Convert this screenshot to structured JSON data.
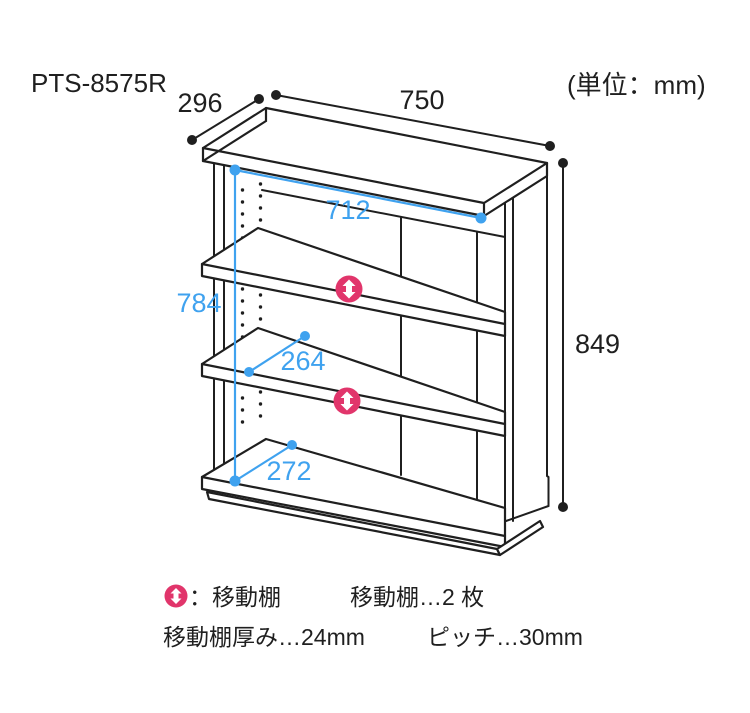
{
  "title": "PTS-8575R",
  "unit_note": "(単位：mm)",
  "dims": {
    "width": "750",
    "depth": "296",
    "height": "849",
    "inner_width": "712",
    "inner_height": "784",
    "middle_shelf_depth": "264",
    "bottom_shelf_depth": "272"
  },
  "legend": {
    "icon_meaning": "：移動棚",
    "count": "移動棚…2 枚",
    "thickness": "移動棚厚み…24mm",
    "pitch": "ピッチ…30mm"
  },
  "colors": {
    "line": "#1f1f1f",
    "dimension_blue": "#3fa2ef",
    "marker_pink": "#e1356b"
  }
}
